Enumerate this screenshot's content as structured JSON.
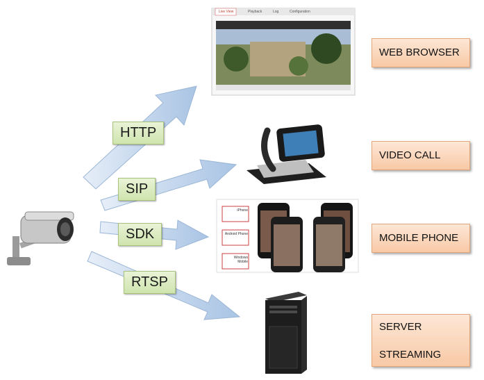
{
  "protocols": {
    "http": "HTTP",
    "sip": "SIP",
    "sdk": "SDK",
    "rtsp": "RTSP"
  },
  "targets": {
    "web_browser": "WEB BROWSER",
    "video_call": "VIDEO CALL",
    "mobile_phone": "MOBILE PHONE",
    "server_line1": "SERVER",
    "server_line2": "STREAMING"
  },
  "browser": {
    "tabs": [
      "Live View",
      "Playback",
      "Log",
      "Configuration"
    ]
  },
  "phone_labels": {
    "iphone": "iPhone",
    "android": "Android Phone",
    "windows": "Windows Mobile"
  },
  "colors": {
    "arrow_fill": "#b9cfe6",
    "protocol_box": "#d9eac0",
    "target_box": "#fbd8be"
  }
}
